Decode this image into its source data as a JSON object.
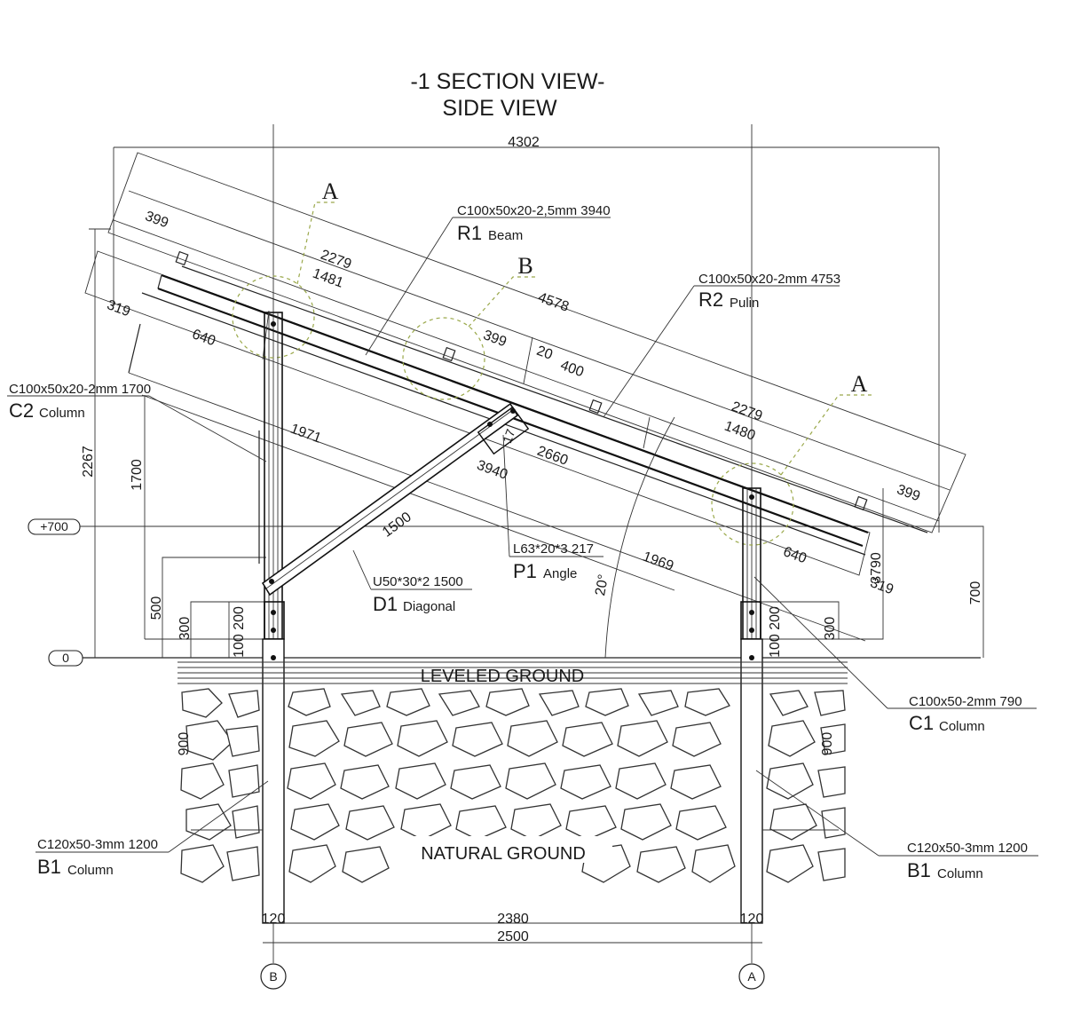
{
  "title": {
    "line1": "-1 SECTION VIEW-",
    "line2": "SIDE VIEW"
  },
  "dimensions": {
    "overall_width": "4302",
    "panel_upper_399": "399",
    "panel_upper_2279": "2279",
    "panel_upper_1481": "1481",
    "panel_upper_4578": "4578",
    "panel_mid_399": "399",
    "panel_mid_20": "20",
    "panel_mid_400": "400",
    "panel_lower_2279": "2279",
    "panel_lower_1480": "1480",
    "panel_lower_399": "399",
    "left_319": "319",
    "left_640": "640",
    "right_640": "640",
    "right_319": "319",
    "right_3790": "3790",
    "length_1971": "1971",
    "length_1969": "1969",
    "length_2660": "2660",
    "length_3940": "3940",
    "angle_part_17": "17",
    "diagonal_1500": "1500",
    "height_2267": "2267",
    "height_1700": "1700",
    "height_500": "500",
    "left_300": "300",
    "left_100_200": "100 200",
    "right_100_200": "100 200",
    "right_300": "300",
    "right_700": "700",
    "left_900": "900",
    "right_900": "900",
    "bottom_120_left": "120",
    "bottom_2380": "2380",
    "bottom_120_right": "120",
    "bottom_2500": "2500",
    "tilt_angle": "20°"
  },
  "levels": {
    "plus_700": "+700",
    "zero": "0"
  },
  "axes": {
    "left": "B",
    "right": "A"
  },
  "detail_markers": {
    "a_left": "A",
    "b_mid": "B",
    "a_right": "A"
  },
  "members": {
    "r1": {
      "spec": "C100x50x20-2,5mm 3940",
      "mark": "R1",
      "name": "Beam"
    },
    "r2": {
      "spec": "C100x50x20-2mm 4753",
      "mark": "R2",
      "name": "Pulin"
    },
    "c2": {
      "spec": "C100x50x20-2mm 1700",
      "mark": "C2",
      "name": "Column"
    },
    "p1": {
      "spec": "L63*20*3   217",
      "mark": "P1",
      "name": "Angle"
    },
    "d1": {
      "spec": "U50*30*2  1500",
      "mark": "D1",
      "name": "Diagonal"
    },
    "c1": {
      "spec": "C100x50-2mm    790",
      "mark": "C1",
      "name": "Column"
    },
    "b1_left": {
      "spec": "C120x50-3mm    1200",
      "mark": "B1",
      "name": "Column"
    },
    "b1_right": {
      "spec": "C120x50-3mm    1200",
      "mark": "B1",
      "name": "Column"
    }
  },
  "ground": {
    "leveled": "LEVELED GROUND",
    "natural": "NATURAL GROUND"
  }
}
